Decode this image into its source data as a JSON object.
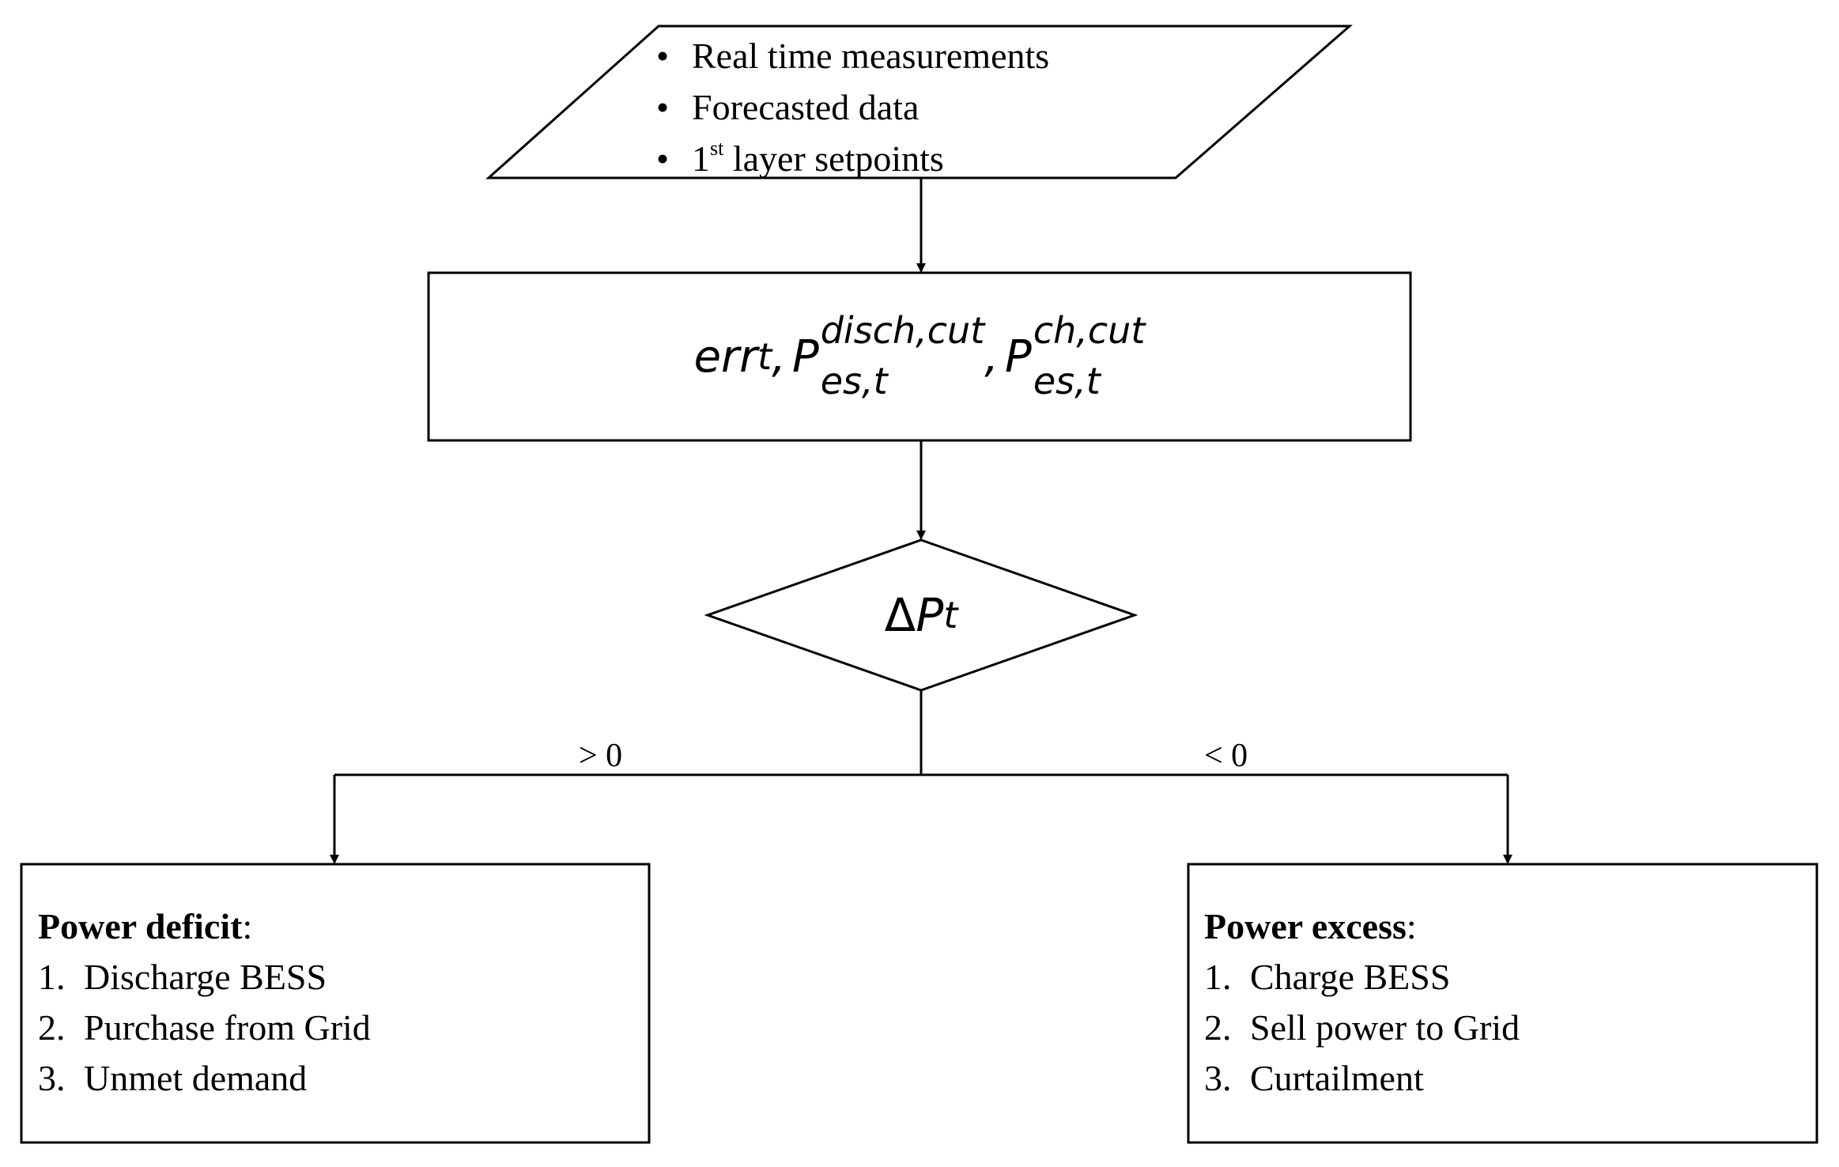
{
  "input": {
    "bullet": "•",
    "items": [
      "Real time measurements",
      "Forecasted data",
      "layer setpoints"
    ],
    "ordinal_num": "1",
    "ordinal_sup": "st"
  },
  "process": {
    "err": "err",
    "err_sub": "t",
    "comma": ",",
    "p": "P",
    "disch_sup": "disch,cut",
    "ch_sup": "ch,cut",
    "sub": "es,t"
  },
  "decision": {
    "delta": "Δ",
    "p": "P",
    "sub": "t"
  },
  "branches": {
    "left_label": "> 0",
    "right_label": "< 0"
  },
  "deficit": {
    "title": "Power deficit",
    "colon": ":",
    "steps": [
      {
        "num": "1.",
        "text": "Discharge BESS"
      },
      {
        "num": "2.",
        "text": "Purchase from Grid"
      },
      {
        "num": "3.",
        "text": "Unmet demand"
      }
    ]
  },
  "excess": {
    "title": "Power excess",
    "colon": ":",
    "steps": [
      {
        "num": "1.",
        "text": "Charge BESS"
      },
      {
        "num": "2.",
        "text": "Sell power to Grid"
      },
      {
        "num": "3.",
        "text": "Curtailment"
      }
    ]
  }
}
